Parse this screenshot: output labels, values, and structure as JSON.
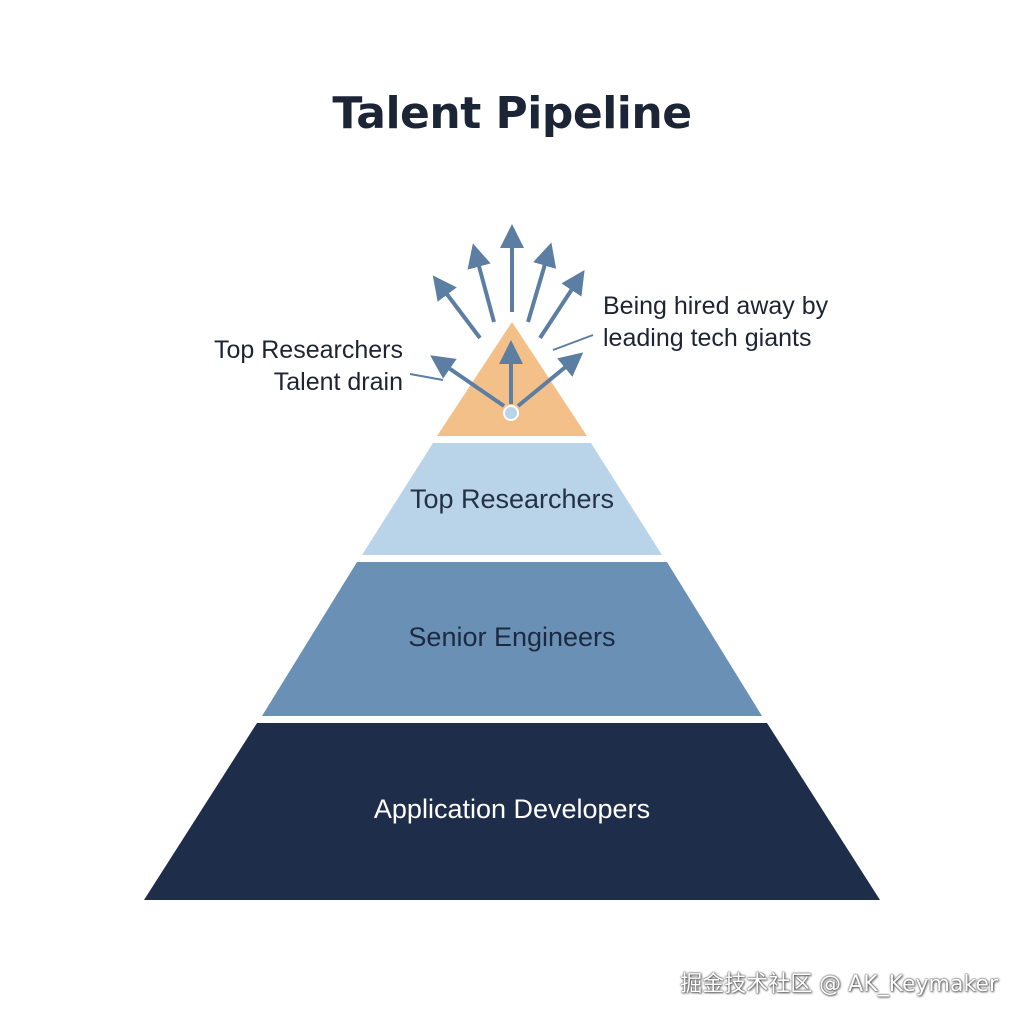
{
  "title": "Talent Pipeline",
  "annotations": {
    "left_line1": "Top Researchers",
    "left_line2": "Talent drain",
    "right_line1": "Being hired away by",
    "right_line2": "leading tech giants"
  },
  "tiers": [
    {
      "label": "Top Researchers",
      "fill": "#b9d3e8",
      "text_color": "#243247"
    },
    {
      "label": "Senior Engineers",
      "fill": "#6a90b6",
      "text_color": "#1b2a40"
    },
    {
      "label": "Application Developers",
      "fill": "#1e2d4a",
      "text_color": "#ffffff"
    }
  ],
  "apex": {
    "fill": "#f4c08a"
  },
  "arrow_color": "#5d7ea3",
  "watermark": "掘金技术社区 @ AK_Keymaker"
}
